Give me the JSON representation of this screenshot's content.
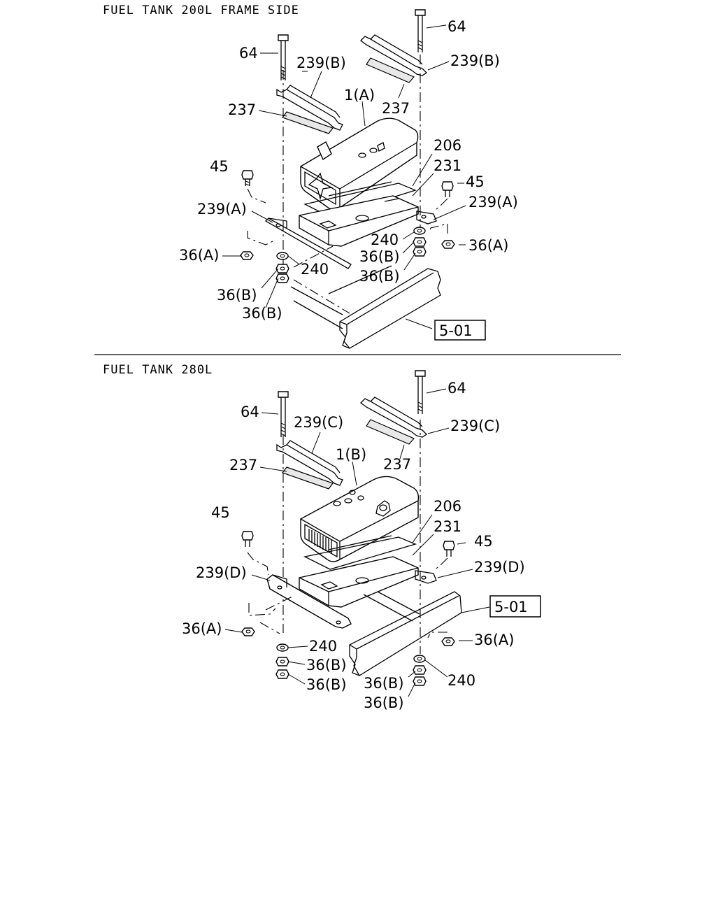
{
  "sections": [
    {
      "title": "FUEL TANK 200L FRAME SIDE",
      "labels": {
        "bolt_left": "64",
        "bolt_right": "64",
        "band_left": "239(B)",
        "band_right": "239(B)",
        "tank": "1(A)",
        "pad_left": "237",
        "pad_right": "237",
        "part_206": "206",
        "part_231": "231",
        "bolt45_left": "45",
        "bolt45_right": "45",
        "bracket_left": "239(A)",
        "bracket_right": "239(A)",
        "washer_left": "240",
        "washer_right": "240",
        "nutA_left": "36(A)",
        "nutA_right": "36(A)",
        "nutB_left_1": "36(B)",
        "nutB_left_2": "36(B)",
        "nutB_right_1": "36(B)",
        "nutB_right_2": "36(B)",
        "ref_box": "5-01"
      }
    },
    {
      "title": "FUEL TANK 280L",
      "labels": {
        "bolt_left": "64",
        "bolt_right": "64",
        "band_left": "239(C)",
        "band_right": "239(C)",
        "tank": "1(B)",
        "pad_left": "237",
        "pad_right": "237",
        "part_206": "206",
        "part_231": "231",
        "bolt45_left": "45",
        "bolt45_right": "45",
        "bracket_left": "239(D)",
        "bracket_right": "239(D)",
        "washer_left": "240",
        "washer_right": "240",
        "nutA_left": "36(A)",
        "nutA_right": "36(A)",
        "nutB_left_1": "36(B)",
        "nutB_left_2": "36(B)",
        "nutB_right_1": "36(B)",
        "nutB_right_2": "36(B)",
        "ref_box": "5-01"
      }
    }
  ]
}
